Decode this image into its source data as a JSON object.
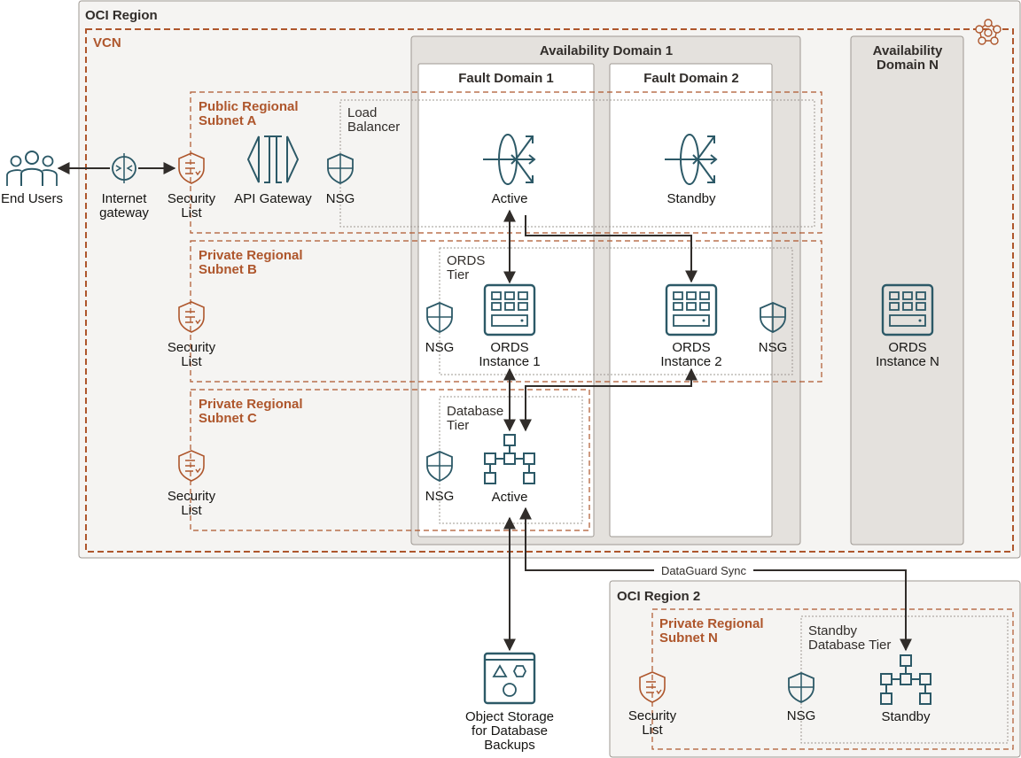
{
  "regions": {
    "oci_region": "OCI Region",
    "vcn": "VCN",
    "oci_region_2": "OCI Region 2"
  },
  "availability_domains": {
    "ad1": "Availability Domain 1",
    "adn_line1": "Availability",
    "adn_line2": "Domain N"
  },
  "fault_domains": {
    "fd1": "Fault Domain 1",
    "fd2": "Fault Domain 2"
  },
  "subnets": {
    "a_line1": "Public Regional",
    "a_line2": "Subnet A",
    "b_line1": "Private Regional",
    "b_line2": "Subnet B",
    "c_line1": "Private Regional",
    "c_line2": "Subnet C",
    "n_line1": "Private Regional",
    "n_line2": "Subnet N"
  },
  "tiers": {
    "lb_line1": "Load",
    "lb_line2": "Balancer",
    "ords_line1": "ORDS",
    "ords_line2": "Tier",
    "db_line1": "Database",
    "db_line2": "Tier",
    "standby_db_line1": "Standby",
    "standby_db_line2": "Database Tier"
  },
  "components": {
    "end_users": "End Users",
    "igw_line1": "Internet",
    "igw_line2": "gateway",
    "security_list_line1": "Security",
    "security_list_line2": "List",
    "api_gateway": "API Gateway",
    "nsg": "NSG",
    "lb_active": "Active",
    "lb_standby": "Standby",
    "ords1_line1": "ORDS",
    "ords1_line2": "Instance 1",
    "ords2_line1": "ORDS",
    "ords2_line2": "Instance 2",
    "ordsn_line1": "ORDS",
    "ordsn_line2": "Instance N",
    "db_active": "Active",
    "db_standby": "Standby",
    "obj_line1": "Object Storage",
    "obj_line2": "for Database",
    "obj_line3": "Backups"
  },
  "connections": {
    "dataguard": "DataGuard Sync"
  },
  "icons": [
    "users-icon",
    "internet-gateway-icon",
    "security-list-icon",
    "api-gateway-icon",
    "nsg-shield-icon",
    "load-balancer-icon",
    "ords-instance-icon",
    "database-icon",
    "object-storage-icon",
    "vcn-icon"
  ],
  "colors": {
    "accent_orange": "#ae562c",
    "icon_teal": "#2c5967",
    "region_fill": "#f5f4f2",
    "ad_fill": "#e4e1dd"
  }
}
